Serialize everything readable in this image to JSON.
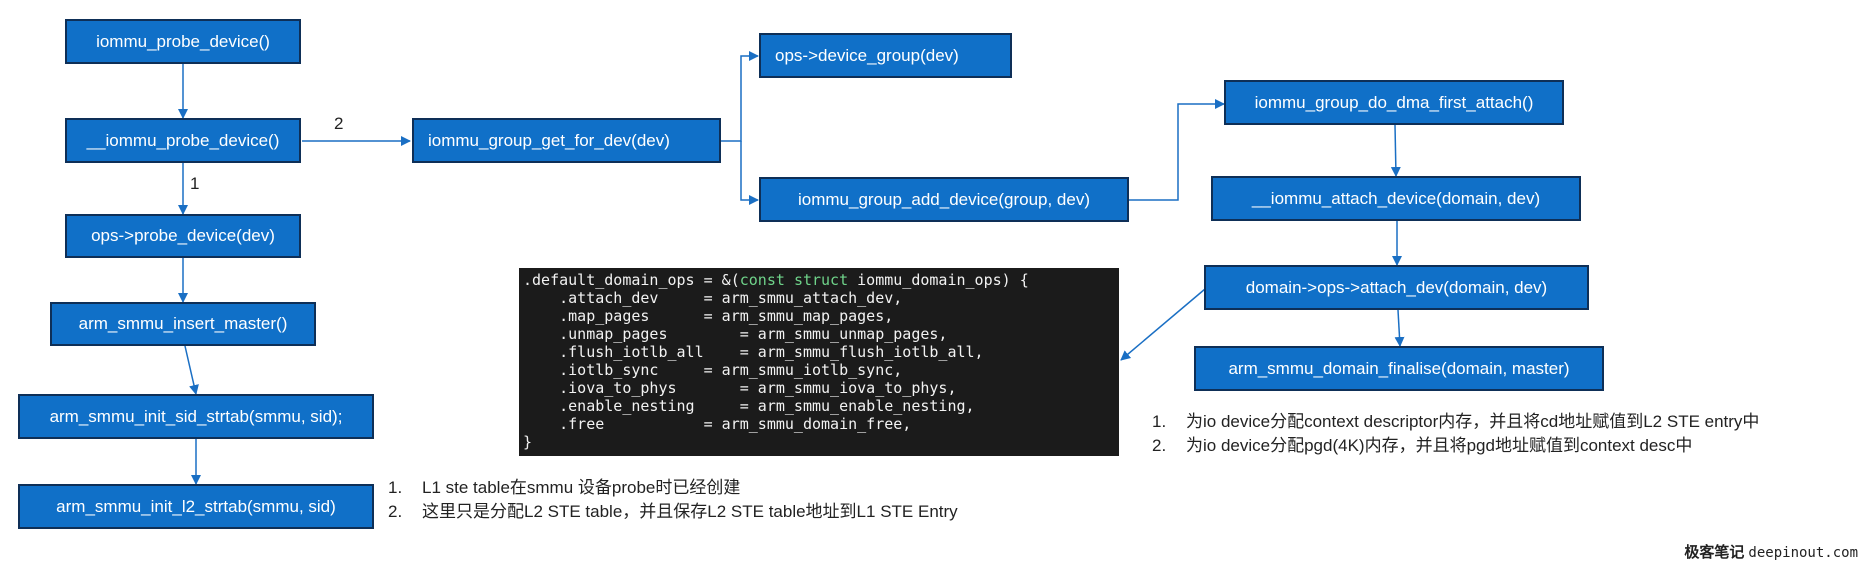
{
  "nodes": {
    "iommu_probe_device": "iommu_probe_device()",
    "__iommu_probe_device": "__iommu_probe_device()",
    "ops_probe_device": "ops->probe_device(dev)",
    "arm_smmu_insert_master": "arm_smmu_insert_master()",
    "arm_smmu_init_sid_strtab": "arm_smmu_init_sid_strtab(smmu, sid);",
    "arm_smmu_init_l2_strtab": "arm_smmu_init_l2_strtab(smmu, sid)",
    "iommu_group_get_for_dev": "iommu_group_get_for_dev(dev)",
    "ops_device_group": "ops->device_group(dev)",
    "iommu_group_add_device": "iommu_group_add_device(group, dev)",
    "iommu_group_do_dma_first_attach": "iommu_group_do_dma_first_attach()",
    "__iommu_attach_device": "__iommu_attach_device(domain, dev)",
    "domain_ops_attach_dev": "domain->ops->attach_dev(domain, dev)",
    "arm_smmu_domain_finalise": "arm_smmu_domain_finalise(domain, master)"
  },
  "edge_labels": {
    "path_1": "1",
    "path_2": "2"
  },
  "code_block": {
    "header_pre": ".default_domain_ops = &(",
    "header_kw1": "const",
    "header_kw2": "struct",
    "header_post": " iommu_domain_ops) {",
    "lines": [
      "    .attach_dev     = arm_smmu_attach_dev,",
      "    .map_pages      = arm_smmu_map_pages,",
      "    .unmap_pages        = arm_smmu_unmap_pages,",
      "    .flush_iotlb_all    = arm_smmu_flush_iotlb_all,",
      "    .iotlb_sync     = arm_smmu_iotlb_sync,",
      "    .iova_to_phys       = arm_smmu_iova_to_phys,",
      "    .enable_nesting     = arm_smmu_enable_nesting,",
      "    .free           = arm_smmu_domain_free,"
    ],
    "footer": "}"
  },
  "notes_l2": [
    {
      "num": "1.",
      "text": "L1 ste table在smmu 设备probe时已经创建"
    },
    {
      "num": "2.",
      "text": "这里只是分配L2 STE table，并且保存L2 STE table地址到L1 STE Entry"
    }
  ],
  "notes_finalise": [
    {
      "num": "1.",
      "text": "为io device分配context descriptor内存，并且将cd地址赋值到L2 STE entry中"
    },
    {
      "num": "2.",
      "text": "为io device分配pgd(4K)内存，并且将pgd地址赋值到context desc中"
    }
  ],
  "watermark": {
    "cn": "极客笔记",
    "url": "deepinout.com"
  }
}
